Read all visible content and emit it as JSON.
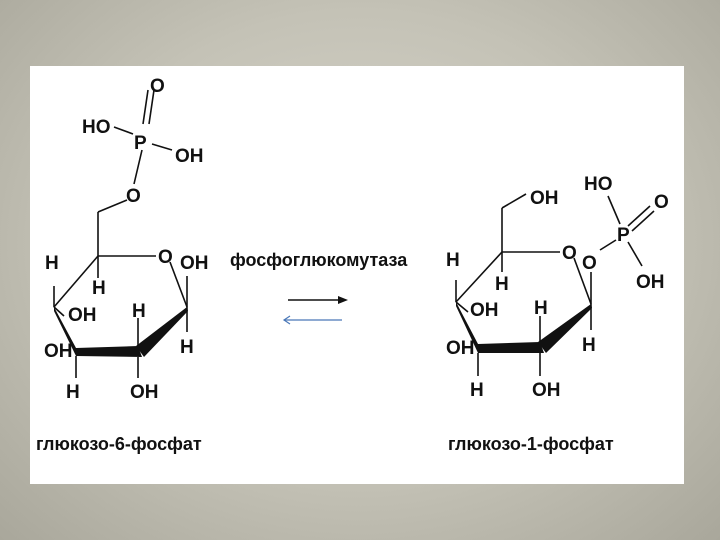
{
  "enzyme": "фосфоглюкомутаза",
  "left": {
    "caption": "глюкозо-6-фосфат",
    "atoms": {
      "phosphate_o_top": "O",
      "phosphate_ho": "HO",
      "phosphate_p": "P",
      "phosphate_oh": "OH",
      "ester_o": "O",
      "ring_o": "O",
      "c1_oh": "OH",
      "c1_h": "H",
      "c4_h_up": "H",
      "c5_h": "H",
      "c4_oh": "OH",
      "c3_h": "H",
      "c4_oh_low": "OH",
      "c3_h_down": "H",
      "c2_oh": "OH"
    }
  },
  "right": {
    "caption": "глюкозо-1-фосфат",
    "atoms": {
      "c6_oh": "OH",
      "phosphate_ho": "HO",
      "phosphate_o_top": "O",
      "phosphate_p": "P",
      "phosphate_oh": "OH",
      "ring_o": "O",
      "ester_o": "O",
      "c4_h_up": "H",
      "c5_h": "H",
      "c4_oh": "OH",
      "c3_h": "H",
      "c4_oh_low": "OH",
      "c1_h": "H",
      "c3_h_down": "H",
      "c2_oh": "OH"
    }
  },
  "colors": {
    "forward_arrow": "#111111",
    "reverse_arrow": "#4a78b8"
  }
}
